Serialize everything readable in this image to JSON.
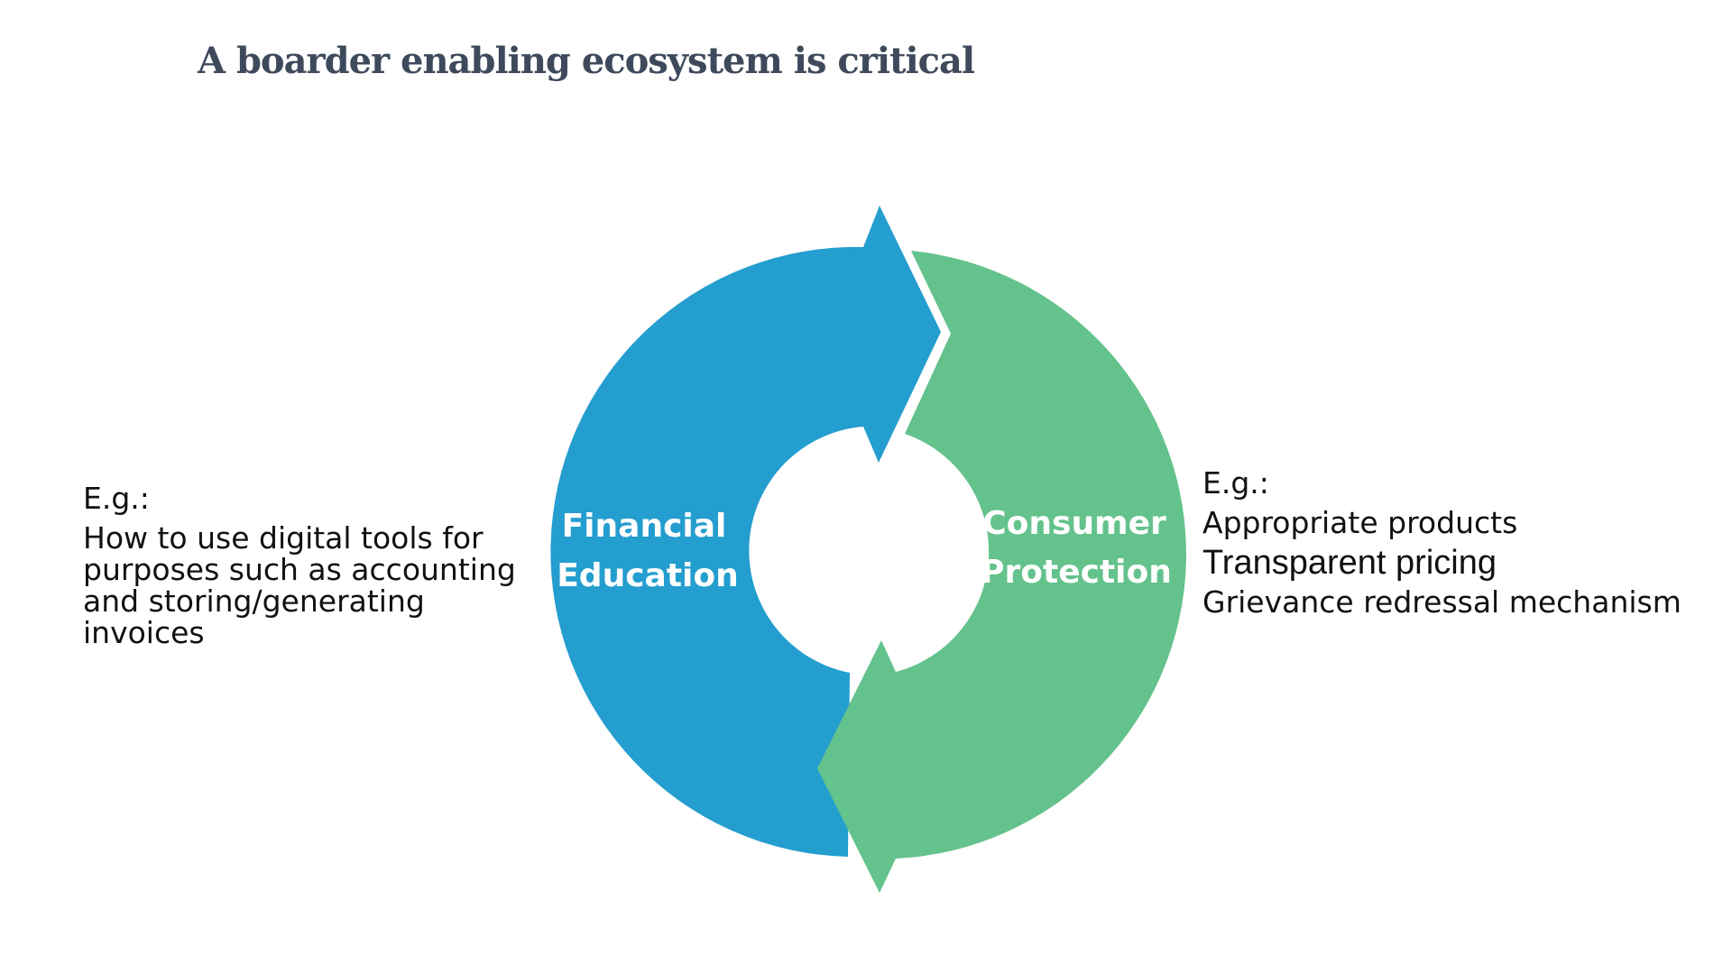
{
  "title": "A boarder enabling ecosystem is critical",
  "colors": {
    "title": "#3e4a5c",
    "financial_education": "#249dcf",
    "consumer_protection": "#64c28c"
  },
  "cycle": {
    "left_segment": {
      "line1": "Financial",
      "line2": "Education"
    },
    "right_segment": {
      "line1": "Consumer",
      "line2": "Protection"
    }
  },
  "left_note": {
    "heading": "E.g.:",
    "lines": [
      "How to use digital tools for",
      "purposes such as accounting",
      "and storing/generating",
      "invoices"
    ]
  },
  "right_note": {
    "heading": "E.g.:",
    "items": [
      "Appropriate products",
      "Transparent pricing",
      "Grievance redressal mechanism"
    ]
  }
}
